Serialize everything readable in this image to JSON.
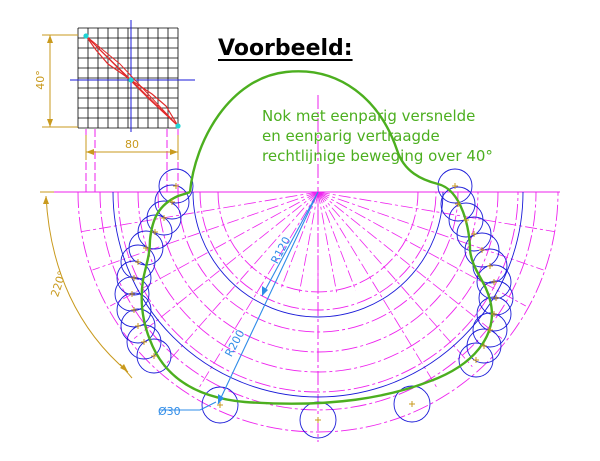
{
  "title": "Voorbeeld:",
  "note": {
    "lines": [
      "Nok met eenparig versnelde",
      "en eenparig vertraagde",
      "rechtlijnige beweging over 40°"
    ]
  },
  "dimensions": {
    "grid_height": "40°",
    "grid_width": "80",
    "cam_angle": "220°",
    "radius_small": "R120",
    "radius_large": "R200",
    "roller_diameter": "Ø30"
  },
  "colors": {
    "magenta": "#ee22ee",
    "blue": "#1a1ad8",
    "light_blue": "#2f8ce8",
    "green": "#4caf1f",
    "orange": "#c99a1e",
    "cyan": "#22d3d3",
    "red": "#e12a2a",
    "black": "#000000"
  }
}
